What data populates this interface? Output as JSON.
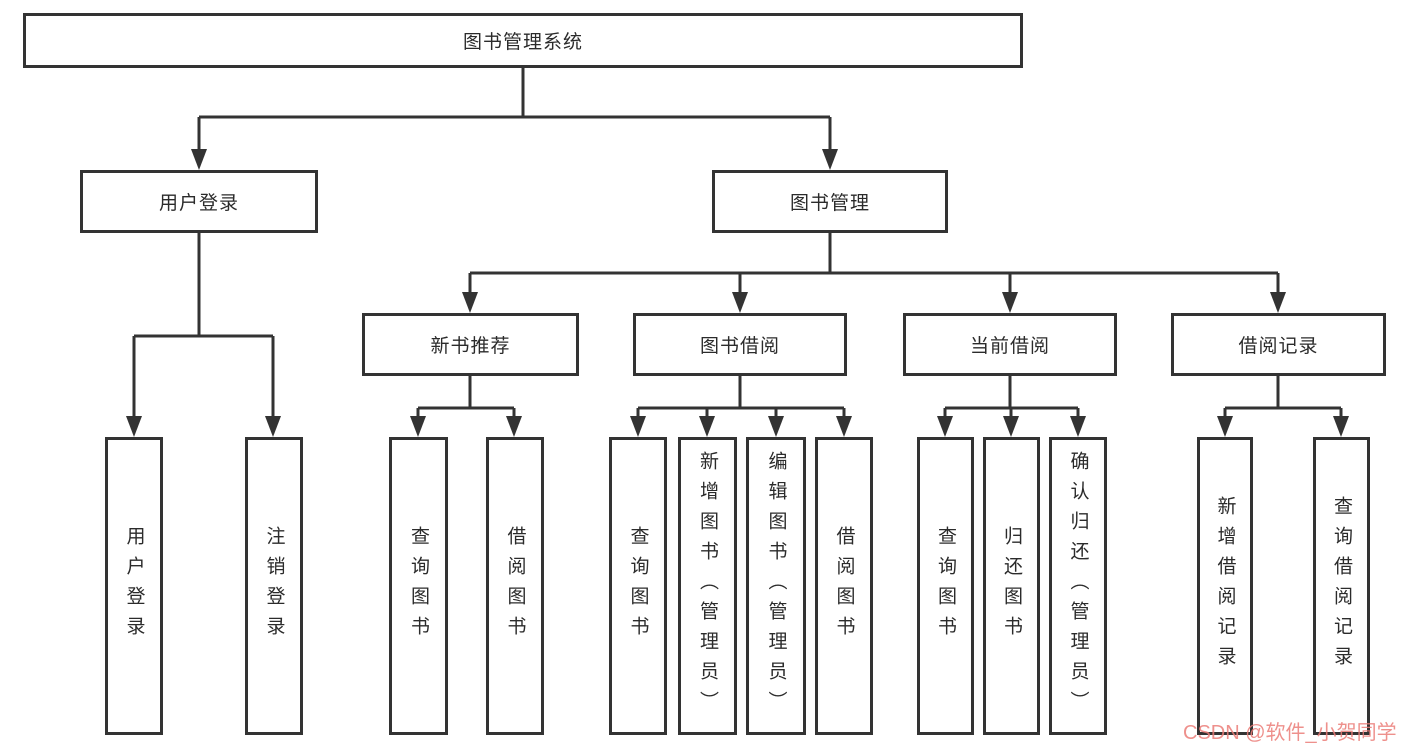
{
  "tree": {
    "root": {
      "label": "图书管理系统",
      "children": [
        {
          "label": "用户登录",
          "children": [
            {
              "label": "用户登录"
            },
            {
              "label": "注销登录"
            }
          ]
        },
        {
          "label": "图书管理",
          "children": [
            {
              "label": "新书推荐",
              "children": [
                {
                  "label": "查询图书"
                },
                {
                  "label": "借阅图书"
                }
              ]
            },
            {
              "label": "图书借阅",
              "children": [
                {
                  "label": "查询图书"
                },
                {
                  "label": "新增图书（管理员）"
                },
                {
                  "label": "编辑图书（管理员）"
                },
                {
                  "label": "借阅图书"
                }
              ]
            },
            {
              "label": "当前借阅",
              "children": [
                {
                  "label": "查询图书"
                },
                {
                  "label": "归还图书"
                },
                {
                  "label": "确认归还（管理员）"
                }
              ]
            },
            {
              "label": "借阅记录",
              "children": [
                {
                  "label": "新增借阅记录"
                },
                {
                  "label": "查询借阅记录"
                }
              ]
            }
          ]
        }
      ]
    }
  },
  "watermark": {
    "text": "CSDN @软件_小贺同学",
    "color": "#eb7d78"
  },
  "colors": {
    "background": "#ffffff",
    "line": "#333333",
    "box_border": "#333333",
    "text": "#2b2b2b"
  }
}
